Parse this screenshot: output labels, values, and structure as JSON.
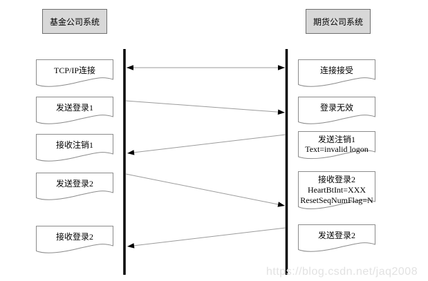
{
  "actors": {
    "left": "基金公司系统",
    "right": "期货公司系统"
  },
  "left_steps": [
    {
      "lines": [
        "TCP/IP连接"
      ]
    },
    {
      "lines": [
        "发送登录1"
      ]
    },
    {
      "lines": [
        "接收注销1"
      ]
    },
    {
      "lines": [
        "发送登录2"
      ]
    },
    {
      "lines": [
        "接收登录2"
      ]
    }
  ],
  "right_steps": [
    {
      "lines": [
        "连接接受"
      ]
    },
    {
      "lines": [
        "登录无效"
      ]
    },
    {
      "lines": [
        "发送注销1",
        "Text=invalid logon"
      ]
    },
    {
      "lines": [
        "接收登录2",
        "HeartBtInt=XXX",
        "ResetSeqNumFlag=N"
      ]
    },
    {
      "lines": [
        "发送登录2"
      ]
    }
  ],
  "messages": [
    {
      "id": "tcp-connection",
      "direction": "bidirectional"
    },
    {
      "id": "login1",
      "direction": "left-to-right"
    },
    {
      "id": "logout1",
      "direction": "right-to-left"
    },
    {
      "id": "login2",
      "direction": "left-to-right"
    },
    {
      "id": "login2-reply",
      "direction": "right-to-left"
    }
  ],
  "watermark": {
    "text": "https://blog.csdn.net/jaq2008"
  },
  "colors": {
    "actor_fill": "#d8d8d8",
    "actor_border": "#6e6e6e",
    "doc_border": "#8a8a8a",
    "lifeline": "#000000",
    "message_line": "#9a9a9a",
    "arrowhead": "#000000",
    "watermark": "#e2e2e2"
  }
}
